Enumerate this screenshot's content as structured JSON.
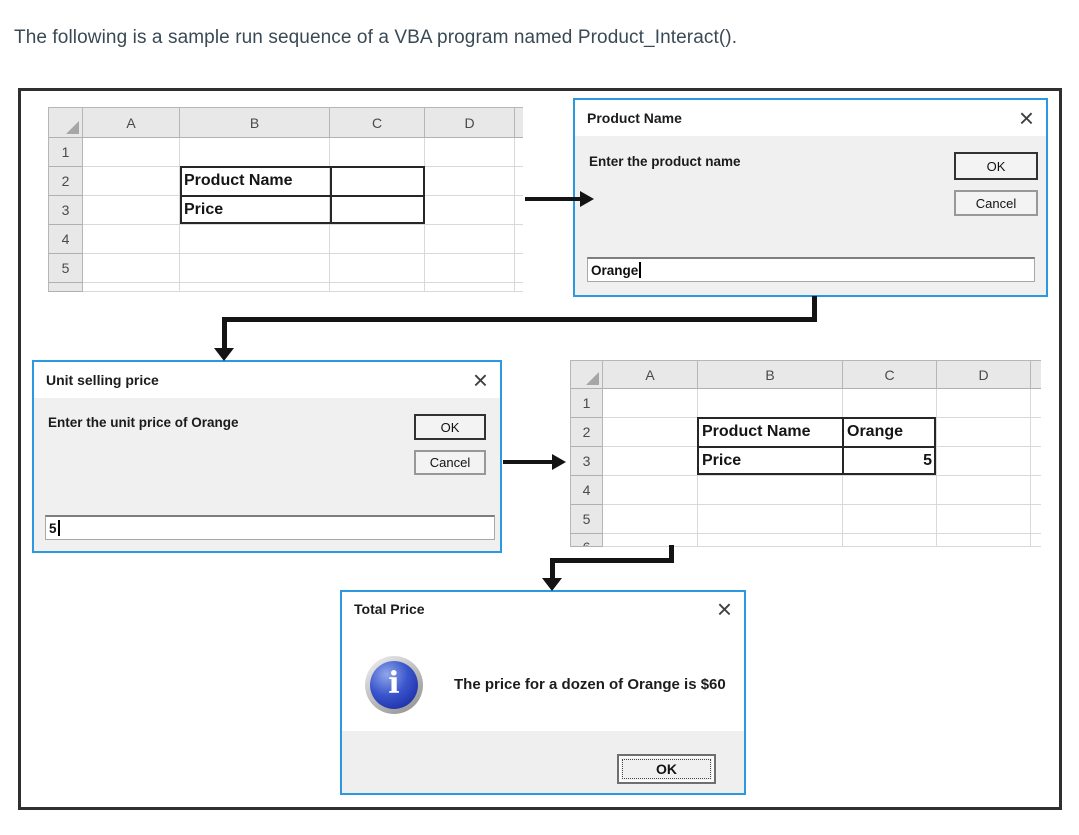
{
  "caption": "The following is a sample run sequence of a VBA program named Product_Interact().",
  "sheets": {
    "initial": {
      "columns": [
        "A",
        "B",
        "C",
        "D"
      ],
      "rows": [
        "1",
        "2",
        "3",
        "4",
        "5"
      ],
      "cells": {
        "B2": "Product Name",
        "B3": "Price"
      }
    },
    "result": {
      "columns": [
        "A",
        "B",
        "C",
        "D"
      ],
      "rows": [
        "1",
        "2",
        "3",
        "4",
        "5",
        "6"
      ],
      "cells": {
        "B2": "Product Name",
        "C2": "Orange",
        "B3": "Price",
        "C3": "5"
      }
    }
  },
  "dialogs": {
    "product_name": {
      "title": "Product Name",
      "close": "×",
      "prompt": "Enter the product name",
      "ok": "OK",
      "cancel": "Cancel",
      "input_value": "Orange"
    },
    "unit_price": {
      "title": "Unit selling price",
      "close": "×",
      "prompt": "Enter the unit price of Orange",
      "ok": "OK",
      "cancel": "Cancel",
      "input_value": "5"
    },
    "total_price": {
      "title": "Total Price",
      "close": "×",
      "message": "The price for a dozen of Orange is $60",
      "icon_glyph": "i",
      "ok": "OK"
    }
  },
  "colors": {
    "dialog_border": "#2b99e0",
    "arrow": "#141414",
    "range_border": "#262626",
    "info_icon_blue": "#2c3fb8",
    "sheet_header_bg": "#e8e8e8"
  }
}
